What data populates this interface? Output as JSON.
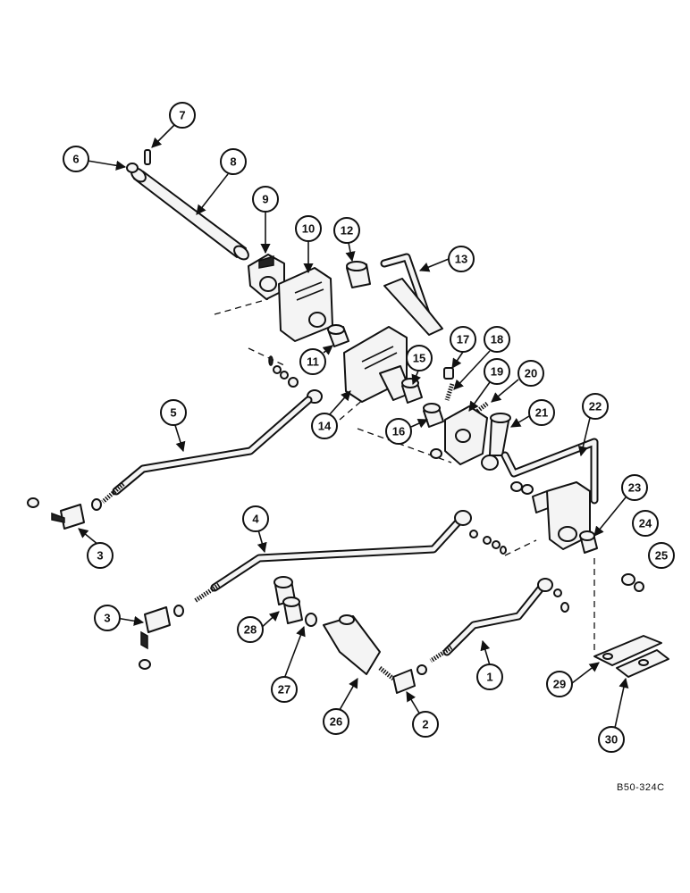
{
  "drawing_code": "B50-324C",
  "callouts": [
    "1",
    "2",
    "3",
    "3",
    "4",
    "5",
    "6",
    "7",
    "8",
    "9",
    "10",
    "11",
    "12",
    "13",
    "14",
    "15",
    "16",
    "17",
    "18",
    "19",
    "20",
    "21",
    "22",
    "23",
    "24",
    "25",
    "26",
    "27",
    "28",
    "29",
    "30"
  ]
}
